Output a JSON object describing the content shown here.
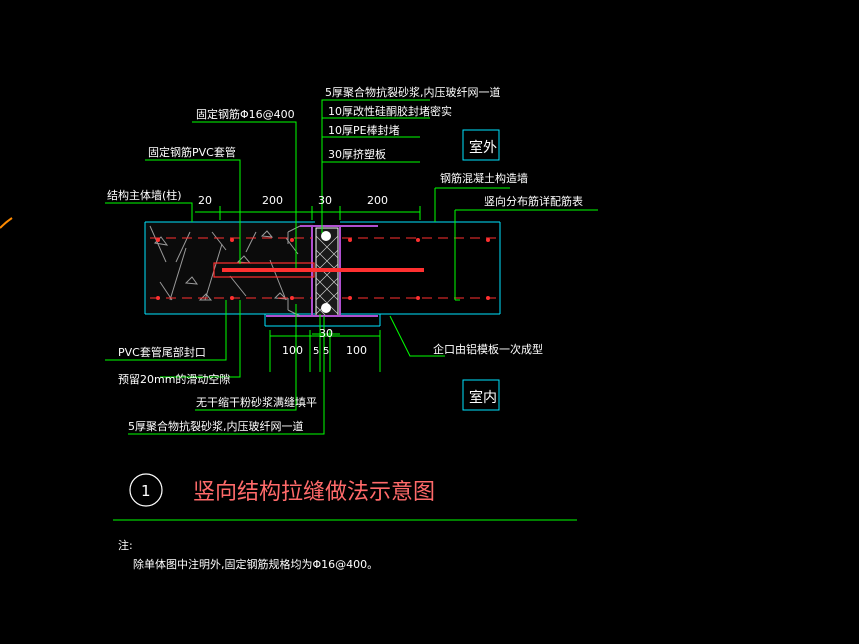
{
  "colors": {
    "background": "#000000",
    "leader": "#00ff00",
    "text": "#ffffff",
    "rebar": "#ff3030",
    "title": "#ff6a6a",
    "concrete": "#9a9a9a",
    "seal": "#b04fd0"
  },
  "callouts": {
    "mortar_top": "5厚聚合物抗裂砂浆,内压玻纤网一道",
    "sealant": "10厚改性硅酮胶封堵密实",
    "pe_rod": "10厚PE棒封堵",
    "eps_board": "30厚挤塑板",
    "fix_rebar": "固定钢筋Φ16@400",
    "pvc_sleeve": "固定钢筋PVC套管",
    "struct_wall": "结构主体墙(柱)",
    "rc_wall": "钢筋混凝土构造墙",
    "vert_rebar": "竖向分布筋详配筋表",
    "pvc_end": "PVC套管尾部封口",
    "reserve_gap": "预留20mm的滑动空隙",
    "al_plate": "企口由铝模板一次成型",
    "non_shrink": "无干缩干粉砂浆满缝填平",
    "mortar_bottom": "5厚聚合物抗裂砂浆,内压玻纤网一道"
  },
  "labels": {
    "outdoor": "室外",
    "indoor": "室内"
  },
  "dimensions": {
    "top": [
      "20",
      "200",
      "30",
      "200"
    ],
    "mid": "30",
    "bottom": [
      "100",
      "5",
      "5",
      "100"
    ]
  },
  "title": {
    "number": "1",
    "text": "竖向结构拉缝做法示意图"
  },
  "note": {
    "label": "注:",
    "text": "除单体图中注明外,固定钢筋规格均为Φ16@400。"
  }
}
